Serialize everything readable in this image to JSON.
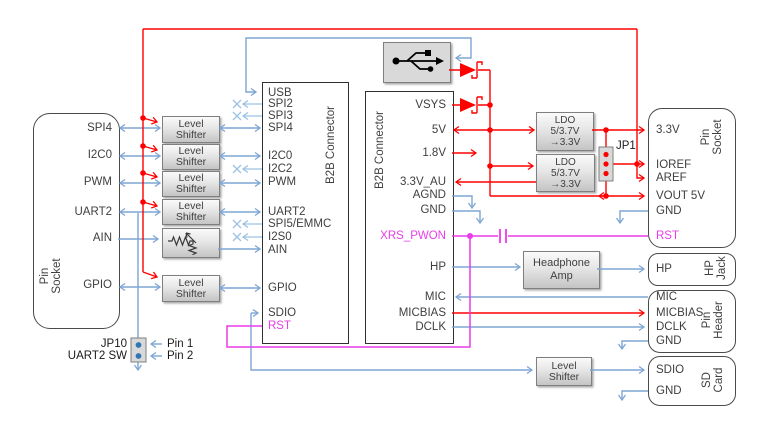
{
  "colors": {
    "wire_blue": "#7ea6d4",
    "wire_blue_light": "#9cc2e4",
    "wire_red": "#ff0000",
    "wire_magenta": "#ea3bea",
    "box_border": "#7f7f7f",
    "text": "#3f3f3f",
    "jumper_pin_blue": "#2f76b6"
  },
  "left_socket": {
    "title": "Pin\nSocket",
    "pins": [
      "SPI4",
      "I2C0",
      "PWM",
      "UART2",
      "AIN",
      "GPIO"
    ]
  },
  "level_shifter_label": "Level\nShifter",
  "b2b_left": {
    "title": "B2B Connector",
    "pins": [
      "USB",
      "SPI2",
      "SPI3",
      "SPI4",
      "I2C0",
      "I2C2",
      "PWM",
      "UART2",
      "SPI5/EMMC",
      "I2S0",
      "AIN",
      "GPIO",
      "SDIO",
      "RST"
    ]
  },
  "b2b_right": {
    "title": "B2B Connector",
    "pins": [
      "VSYS",
      "5V",
      "1.8V",
      "3.3V_AU",
      "AGND",
      "GND",
      "XRS_PWON",
      "HP",
      "MIC",
      "MICBIAS",
      "DCLK"
    ]
  },
  "ldo1": {
    "text": "LDO\n5/3.7V\n→3.3V"
  },
  "ldo2": {
    "text": "LDO\n5/3.7V\n→3.3V"
  },
  "jp1_label": "JP1",
  "right_socket": {
    "title": "Pin\nSocket",
    "pins": [
      "3.3V",
      "IOREF",
      "AREF",
      "VOUT 5V",
      "GND",
      "RST"
    ]
  },
  "headphone_amp_label": "Headphone\nAmp",
  "hp_jack": {
    "title": "HP\nJack",
    "pins": [
      "HP"
    ]
  },
  "pin_header": {
    "title": "Pin\nHeader",
    "pins": [
      "MIC",
      "MICBIAS",
      "DCLK",
      "GND"
    ]
  },
  "sd_card": {
    "title": "SD\nCard",
    "pins": [
      "SDIO",
      "GND"
    ]
  },
  "bottom_level_shifter_label": "Level\nShifter",
  "jp10": {
    "label": "JP10",
    "sublabel": "UART2 SW",
    "pin1": "Pin 1",
    "pin2": "Pin 2"
  }
}
